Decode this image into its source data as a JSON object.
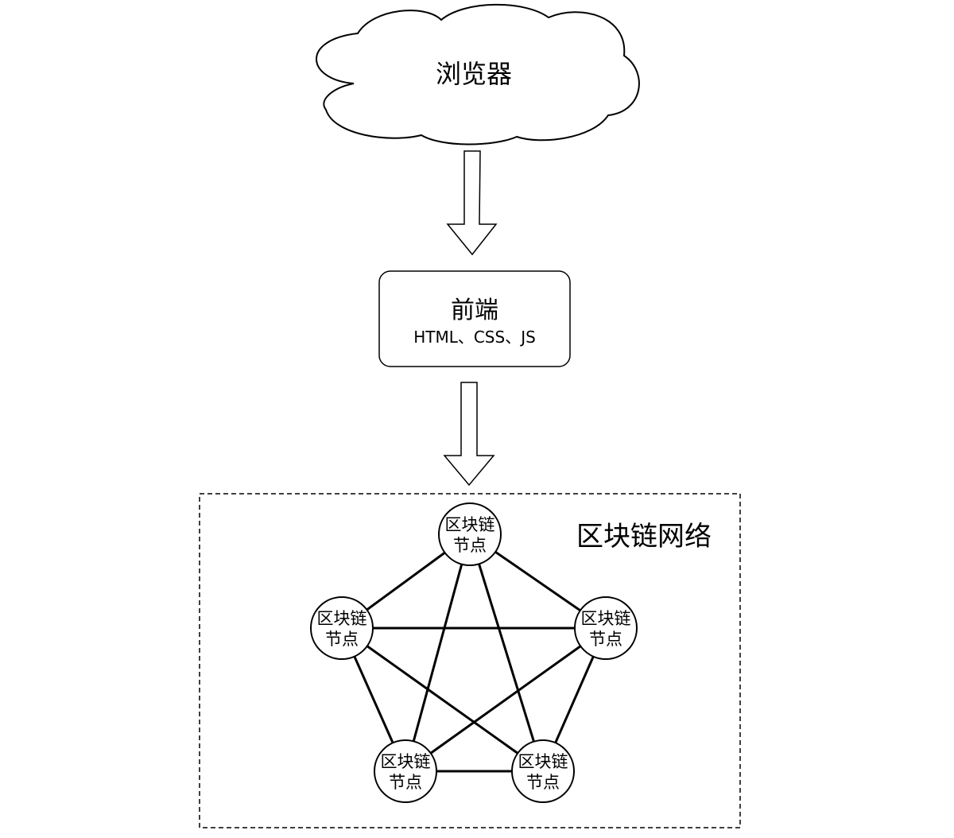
{
  "browser": {
    "label": "浏览器"
  },
  "frontend": {
    "title": "前端",
    "subtitle": "HTML、CSS、JS"
  },
  "network": {
    "label": "区块链网络",
    "nodes": [
      {
        "id": "top",
        "line1": "区块链",
        "line2": "节点"
      },
      {
        "id": "left",
        "line1": "区块链",
        "line2": "节点"
      },
      {
        "id": "right",
        "line1": "区块链",
        "line2": "节点"
      },
      {
        "id": "bottom-left",
        "line1": "区块链",
        "line2": "节点"
      },
      {
        "id": "bottom-right",
        "line1": "区块链",
        "line2": "节点"
      }
    ]
  }
}
